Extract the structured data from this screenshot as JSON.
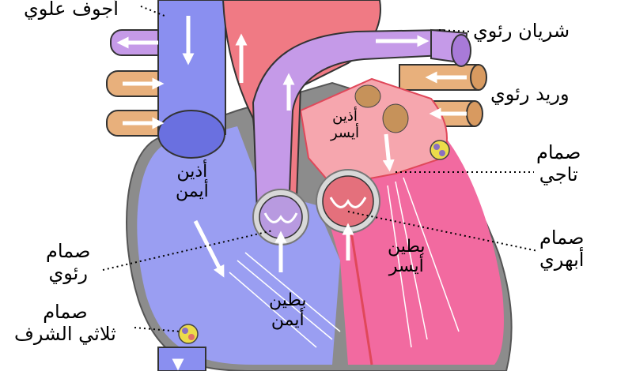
{
  "labels": {
    "superior_vena_cava": "أجوف علوي",
    "pulmonary_artery": "شريان رئوي",
    "pulmonary_vein": "وريد رئوي",
    "left_atrium": "أذين\nأيسر",
    "mitral_valve": "صمام\nتاجي",
    "aortic_valve": "صمام\nأبهري",
    "right_atrium": "أذين\nأيمن",
    "left_ventricle": "بطين\nأيسر",
    "right_ventricle": "بطين\nأيمن",
    "pulmonary_valve": "صمام\nرئوي",
    "tricuspid_valve": "صمام\nثلاثي الشرف"
  },
  "colors": {
    "deoxygenated_blue": "#9a9ef2",
    "vena_cava_blue": "#8a8ff0",
    "oxygenated_red": "#f07a84",
    "pulmonary_purple": "#c59ae8",
    "pulmonary_vein_tan": "#e8b07c",
    "ventricle_pink": "#f26aa0",
    "heart_wall_gray": "#8c8c8c",
    "valve_yellow": "#ecdc4a"
  }
}
